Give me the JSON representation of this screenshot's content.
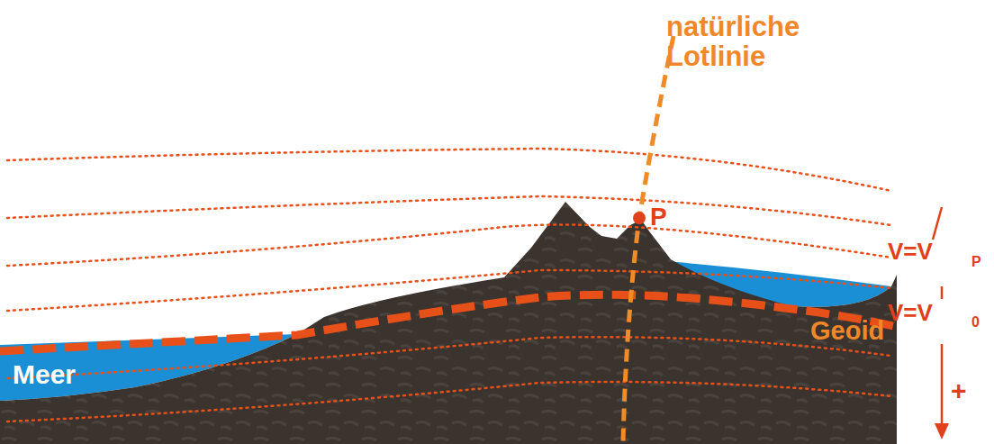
{
  "diagram": {
    "labels": [
      "natürliche Lotlinie",
      "P",
      "V=V",
      "P",
      "V=V",
      "0",
      "Geoid",
      "Meer",
      "+"
    ]
  }
}
